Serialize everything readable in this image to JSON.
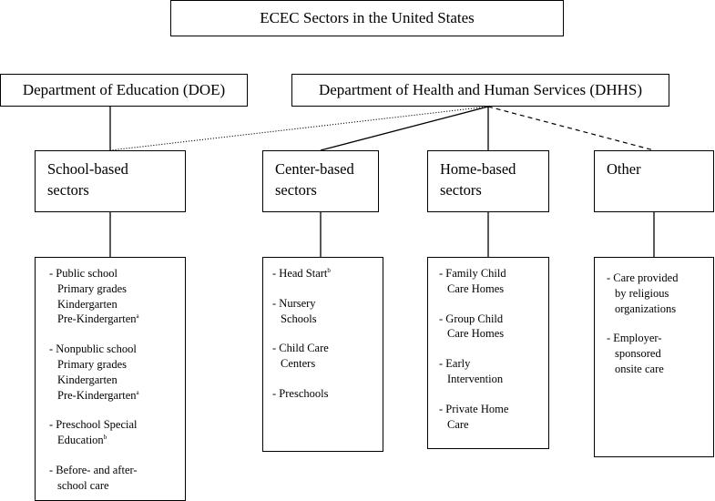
{
  "title": "ECEC Sectors in the United States",
  "departments": {
    "doe": "Department of Education (DOE)",
    "dhhs": "Department of Health and Human Services (DHHS)"
  },
  "sectors": {
    "school": [
      "School-based",
      "sectors"
    ],
    "center": [
      "Center-based",
      "sectors"
    ],
    "home": [
      "Home-based",
      "sectors"
    ],
    "other": [
      "Other"
    ]
  },
  "lists": {
    "school": [
      [
        {
          "t": "- Public school"
        },
        {
          "t": "Primary grades",
          "ind": true
        },
        {
          "t": "Kindergarten",
          "ind": true
        },
        {
          "t": "Pre-Kindergarten",
          "sup": "a",
          "ind": true
        }
      ],
      [
        {
          "t": "- Nonpublic school"
        },
        {
          "t": "Primary grades",
          "ind": true
        },
        {
          "t": "Kindergarten",
          "ind": true
        },
        {
          "t": "Pre-Kindergarten",
          "sup": "a",
          "ind": true
        }
      ],
      [
        {
          "t": "- Preschool Special"
        },
        {
          "t": "Education",
          "sup": "b",
          "ind": true
        }
      ],
      [
        {
          "t": "- Before- and after-"
        },
        {
          "t": "school care",
          "ind": true
        }
      ]
    ],
    "center": [
      [
        {
          "t": "- Head Start",
          "sup": "b"
        }
      ],
      [
        {
          "t": "- Nursery"
        },
        {
          "t": "Schools",
          "ind": true
        }
      ],
      [
        {
          "t": "- Child Care"
        },
        {
          "t": "Centers",
          "ind": true
        }
      ],
      [
        {
          "t": "- Preschools"
        }
      ]
    ],
    "home": [
      [
        {
          "t": "- Family Child"
        },
        {
          "t": "Care Homes",
          "ind": true
        }
      ],
      [
        {
          "t": "- Group Child"
        },
        {
          "t": "Care Homes",
          "ind": true
        }
      ],
      [
        {
          "t": "- Early"
        },
        {
          "t": "Intervention",
          "ind": true
        }
      ],
      [
        {
          "t": "- Private Home"
        },
        {
          "t": "Care",
          "ind": true
        }
      ]
    ],
    "other": [
      [
        {
          "t": "- Care provided"
        },
        {
          "t": "by religious",
          "ind": true
        },
        {
          "t": "organizations",
          "ind": true
        }
      ],
      [
        {
          "t": "- Employer-"
        },
        {
          "t": "sponsored",
          "ind": true
        },
        {
          "t": "onsite care",
          "ind": true
        }
      ]
    ]
  }
}
